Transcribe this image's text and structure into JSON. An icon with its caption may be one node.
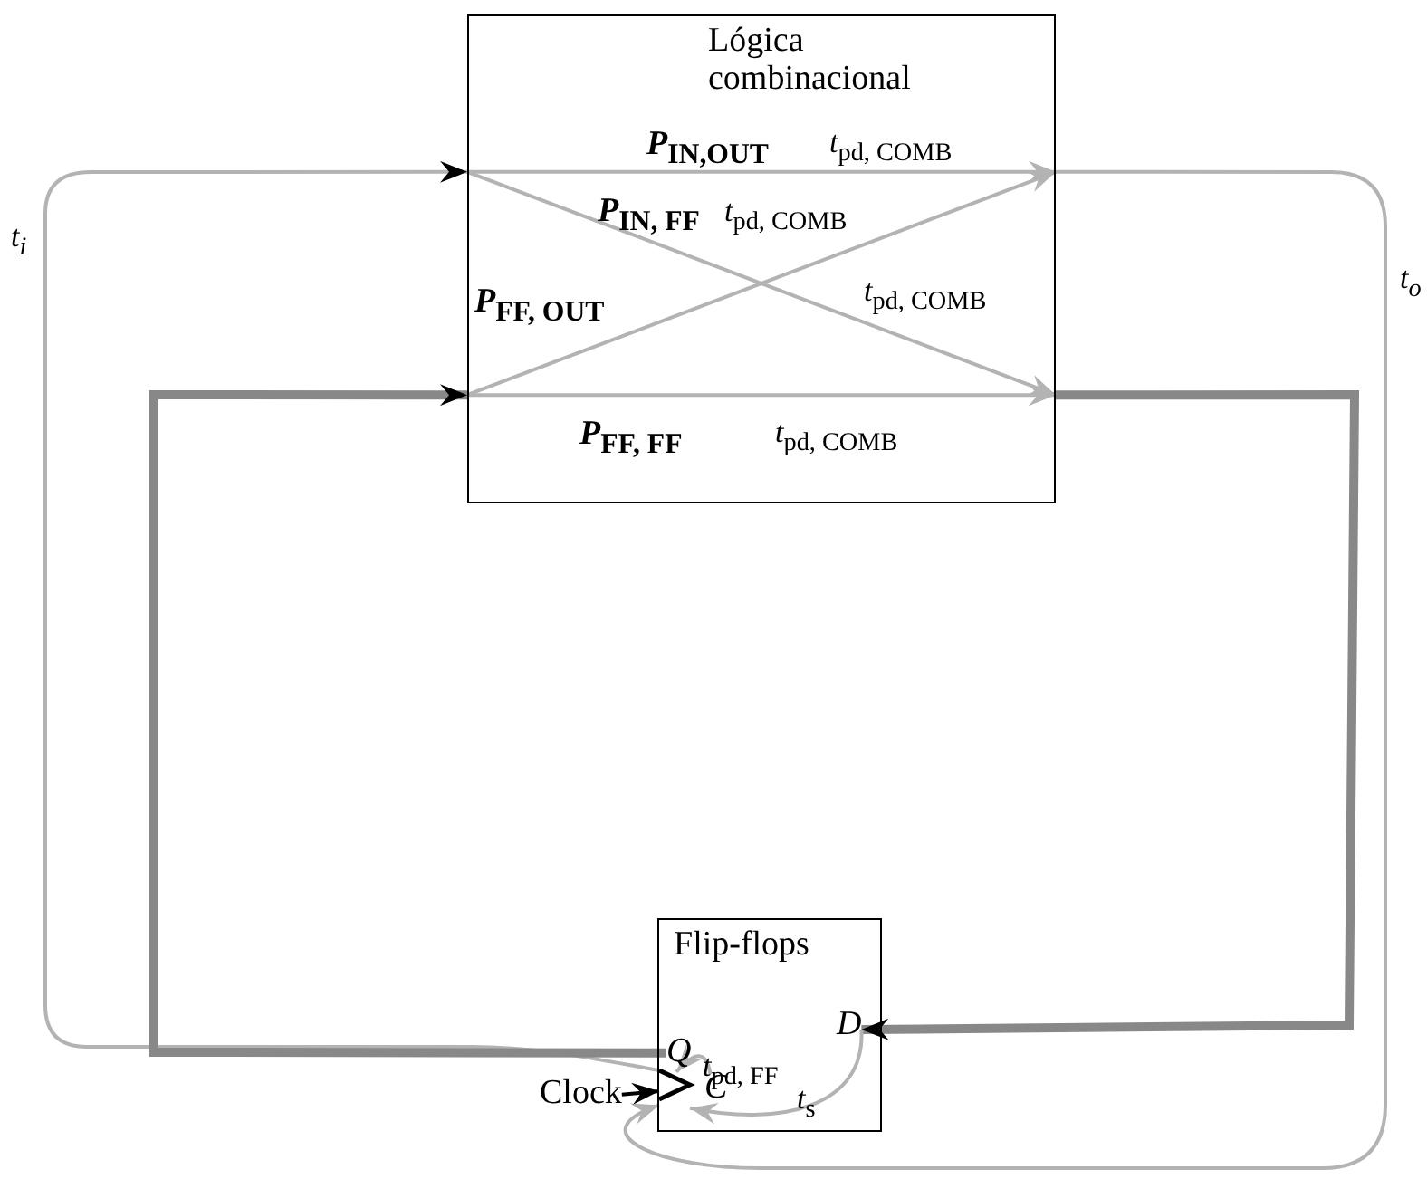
{
  "diagram": {
    "nodes": [
      {
        "text": [
          "Lógica combinacional"
        ]
      },
      {
        "text": [
          "Flip-flops"
        ]
      },
      {
        "text": [
          "Q"
        ],
        "in": 1
      },
      {
        "text": [
          "D"
        ],
        "in": 1
      },
      {
        "text": [
          "C"
        ],
        "in": 1
      },
      {
        "text": [
          "Clock"
        ]
      }
    ],
    "edges": [
      {
        "from": 4,
        "to": 0,
        "arrow": "both",
        "label": "t$_{i}$"
      },
      {
        "from": 0,
        "to": 4,
        "arrow": "to",
        "label": "t$_{o}$"
      },
      {
        "from": 2,
        "to": 0,
        "arrow": "to",
        "style": "thick",
        "color": "#888888"
      },
      {
        "from": 0,
        "to": 3,
        "arrow": "to",
        "style": "thick",
        "color": "#888888"
      },
      {
        "from": 0,
        "to": 0,
        "arrow": "to",
        "label": "*P*$_{IN,OUT}$"
      },
      {
        "from": 0,
        "to": 0,
        "arrow": "to",
        "label": "*P*$_{IN, FF}$"
      },
      {
        "from": 0,
        "to": 0,
        "arrow": "to",
        "label": "*P*$_{FF, OUT}$"
      },
      {
        "from": 0,
        "to": 0,
        "arrow": "to",
        "label": "*P*$_{FF, FF}$"
      },
      {
        "from": 4,
        "to": 2,
        "arrow": "to",
        "label": "*t*$_{pd, FF}$"
      },
      {
        "from": 3,
        "to": 4,
        "arrow": "to",
        "label": "*t*$_{s}$"
      },
      {
        "from": 5,
        "to": 4,
        "arrow": "to",
        "color": "#000000"
      }
    ],
    "labels": [
      "*t*$_{pd, COMB}$",
      "*t*$_{pd, COMB}$",
      "*t*$_{pd, COMB}$",
      "*t*$_{pd, COMB}$"
    ]
  }
}
